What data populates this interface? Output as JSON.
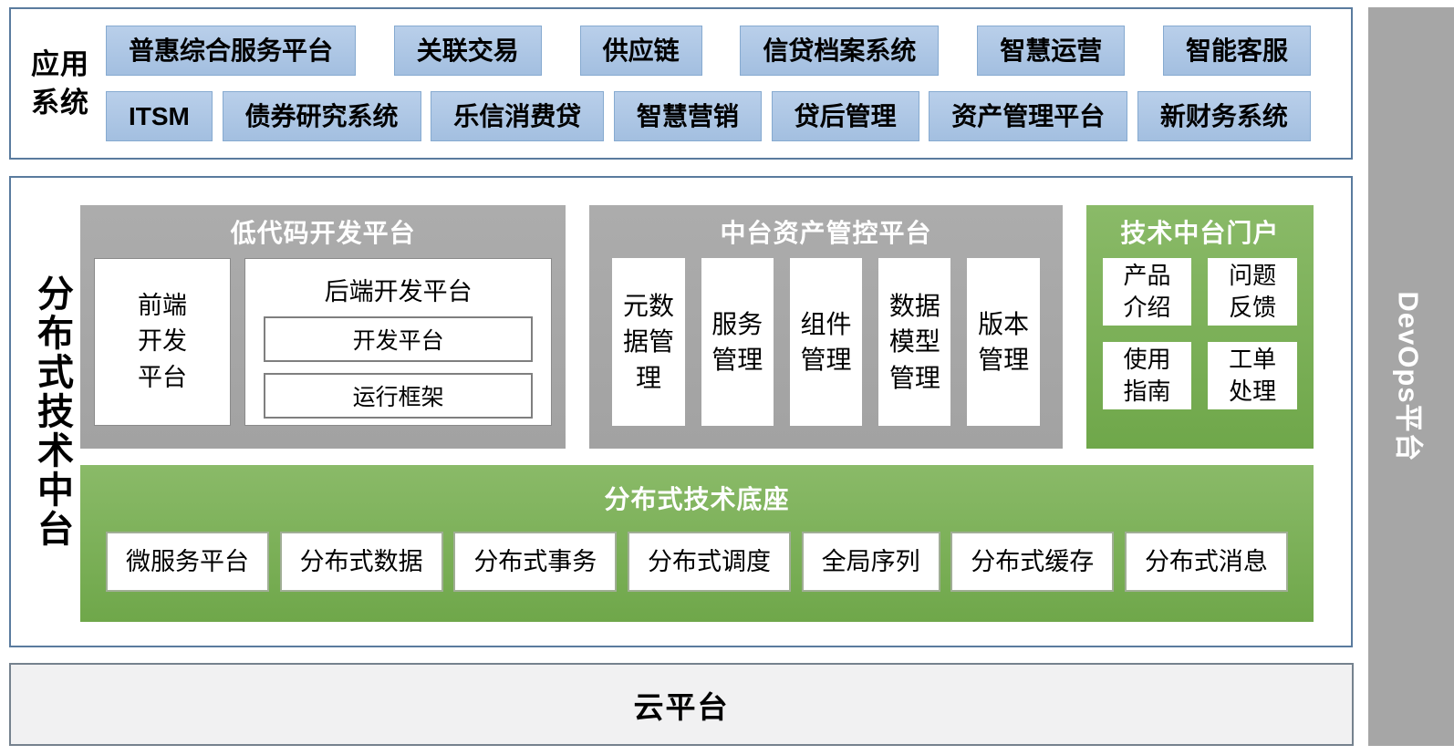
{
  "app_systems": {
    "label": "应用系统",
    "row1": [
      "普惠综合服务平台",
      "关联交易",
      "供应链",
      "信贷档案系统",
      "智慧运营",
      "智能客服"
    ],
    "row2": [
      "ITSM",
      "债券研究系统",
      "乐信消费贷",
      "智慧营销",
      "贷后管理",
      "资产管理平台",
      "新财务系统"
    ]
  },
  "middle_platform": {
    "label": "分布式技术中台",
    "low_code": {
      "title": "低代码开发平台",
      "frontend": "前端开发平台",
      "backend": {
        "title": "后端开发平台",
        "items": [
          "开发平台",
          "运行框架"
        ]
      }
    },
    "asset_control": {
      "title": "中台资产管控平台",
      "items": [
        "元数据管理",
        "服务管理",
        "组件管理",
        "数据模型管理",
        "版本管理"
      ]
    },
    "portal": {
      "title": "技术中台门户",
      "items": [
        "产品介绍",
        "问题反馈",
        "使用指南",
        "工单处理"
      ]
    },
    "base": {
      "title": "分布式技术底座",
      "items": [
        "微服务平台",
        "分布式数据",
        "分布式事务",
        "分布式调度",
        "全局序列",
        "分布式缓存",
        "分布式消息"
      ]
    }
  },
  "cloud": {
    "label": "云平台"
  },
  "devops": {
    "label": "DevOps平台"
  },
  "colors": {
    "app_box_fill": "#aec6e5",
    "app_box_border": "#86aad0",
    "section_border": "#5a7b9e",
    "panel_gray": "#a6a6a6",
    "green": "#70ad47",
    "cloud_fill": "#f1f1f2",
    "devops_gray": "#a6a6a6",
    "title_text": "#ffffff"
  }
}
